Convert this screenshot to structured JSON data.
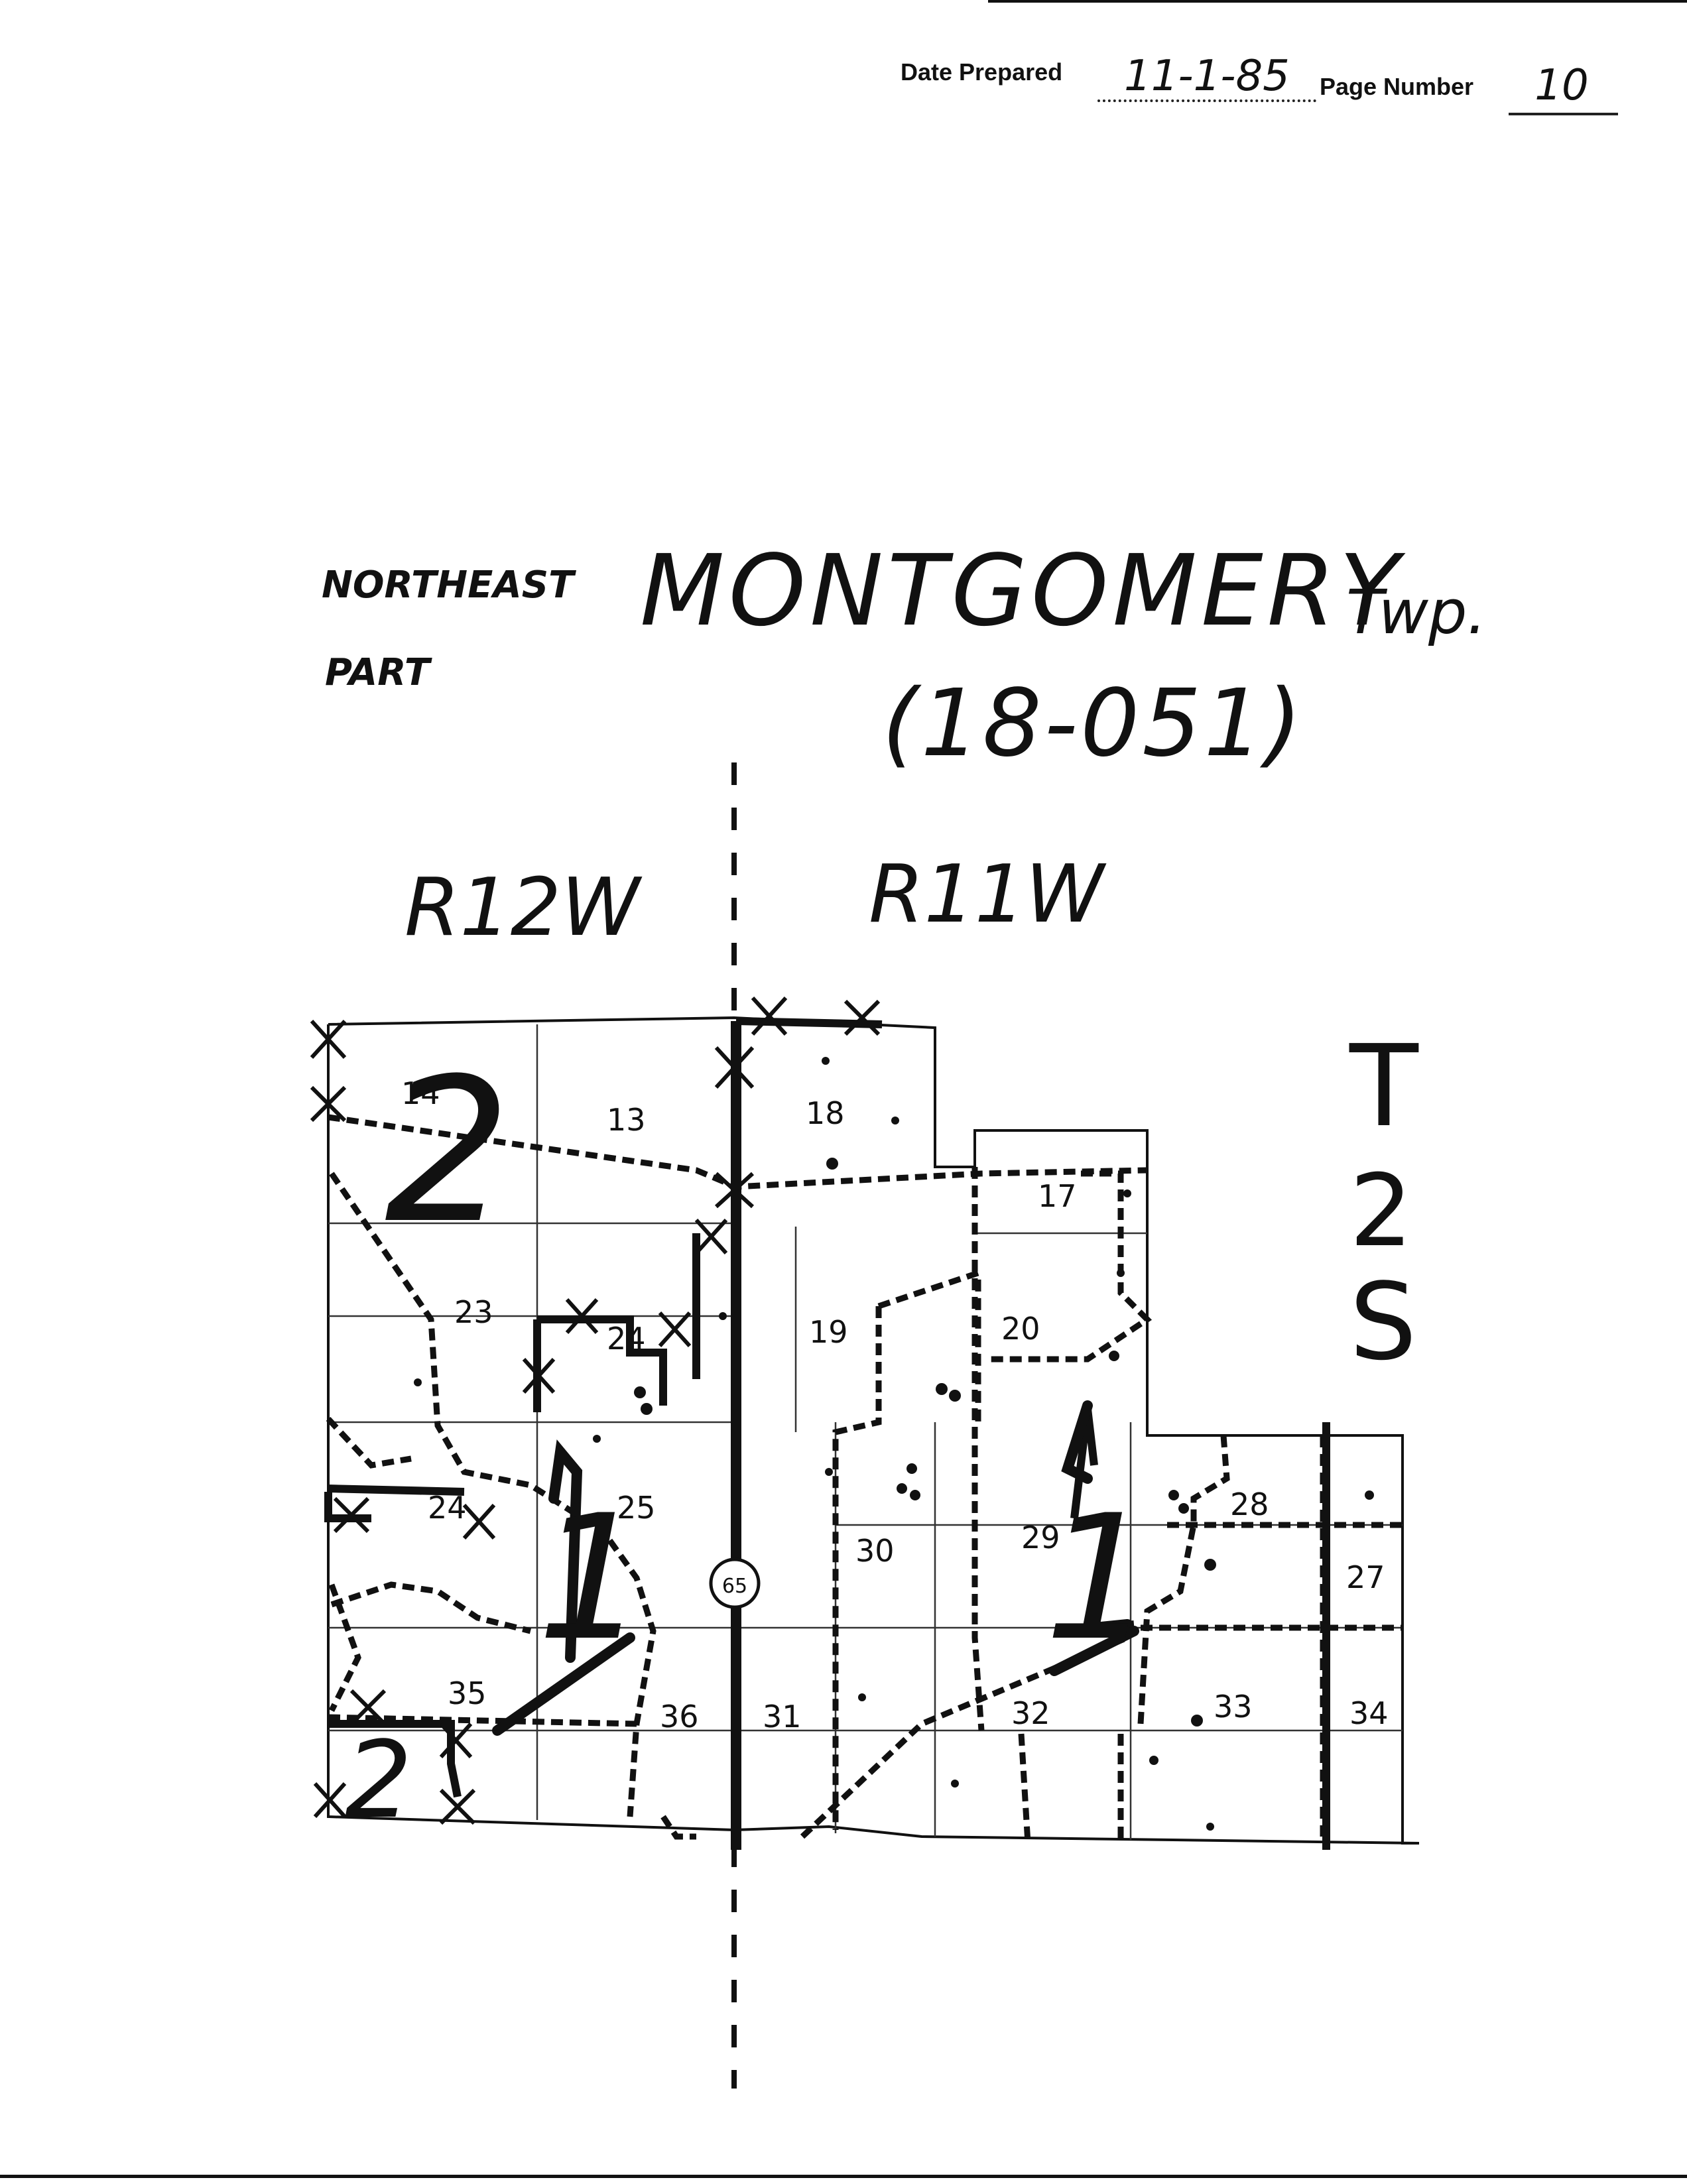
{
  "header": {
    "date_label": "Date Prepared",
    "date_value": "11-1-85",
    "page_label": "Page Number",
    "page_value": "10"
  },
  "title": {
    "area_line1": "NORTHEAST",
    "area_line2": "PART",
    "township": "MONTGOMERY",
    "twp_abbrev": "Twp.",
    "code": "(18-051)"
  },
  "ranges": {
    "west": "R12W",
    "east": "R11W"
  },
  "township_label": [
    "T",
    "2",
    "S"
  ],
  "route_shield": "65",
  "sections": [
    "14",
    "13",
    "18",
    "17",
    "23",
    "24",
    "19",
    "20",
    "25",
    "24",
    "30",
    "29",
    "28",
    "27",
    "35",
    "36",
    "31",
    "32",
    "33",
    "34"
  ],
  "annotations": [
    "2",
    "1",
    "1",
    "2"
  ],
  "colors": {
    "ink": "#111111",
    "paper": "#ffffff"
  }
}
